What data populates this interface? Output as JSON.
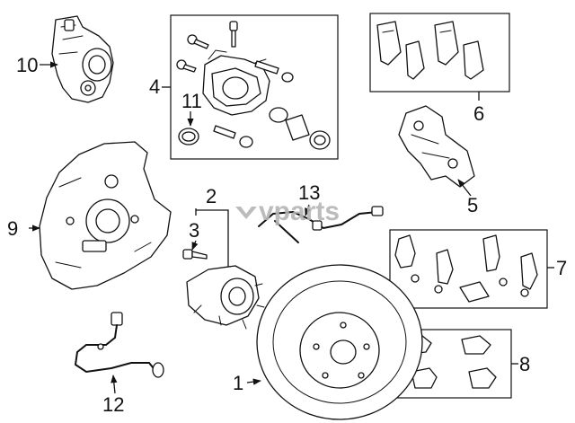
{
  "watermark": {
    "text": "vparts"
  },
  "callouts": [
    {
      "id": "1",
      "label": "1"
    },
    {
      "id": "2",
      "label": "2"
    },
    {
      "id": "3",
      "label": "3"
    },
    {
      "id": "4",
      "label": "4"
    },
    {
      "id": "5",
      "label": "5"
    },
    {
      "id": "6",
      "label": "6"
    },
    {
      "id": "7",
      "label": "7"
    },
    {
      "id": "8",
      "label": "8"
    },
    {
      "id": "9",
      "label": "9"
    },
    {
      "id": "10",
      "label": "10"
    },
    {
      "id": "11",
      "label": "11"
    },
    {
      "id": "12",
      "label": "12"
    },
    {
      "id": "13",
      "label": "13"
    }
  ],
  "icons": [
    "arrow-icon",
    "bolt-icon"
  ]
}
